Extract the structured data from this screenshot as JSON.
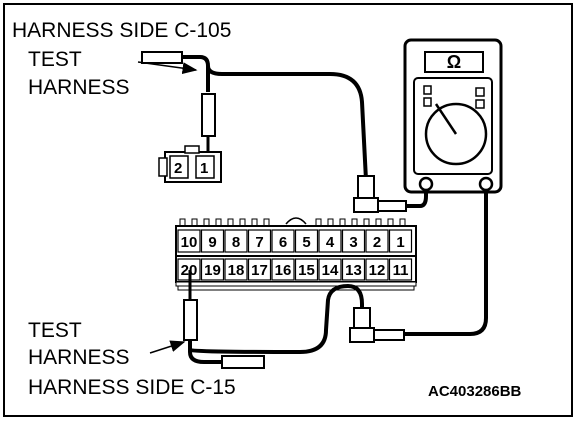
{
  "labels": {
    "harness_side_top": "HARNESS SIDE C-105",
    "test_harness_top_line1": "TEST",
    "test_harness_top_line2": "HARNESS",
    "test_harness_bottom_line1": "TEST",
    "test_harness_bottom_line2": "HARNESS",
    "harness_side_bottom": "HARNESS SIDE C-15",
    "figure_code": "AC403286BB",
    "meter_symbol": "Ω"
  },
  "small_connector_pins": [
    "2",
    "1"
  ],
  "large_connector": {
    "top_row": [
      "10",
      "9",
      "8",
      "7",
      "6",
      "5",
      "4",
      "3",
      "2",
      "1"
    ],
    "bottom_row": [
      "20",
      "19",
      "18",
      "17",
      "16",
      "15",
      "14",
      "13",
      "12",
      "11"
    ]
  },
  "icons": [
    "ohmmeter-icon",
    "test-probe-icon",
    "connector-icon"
  ]
}
